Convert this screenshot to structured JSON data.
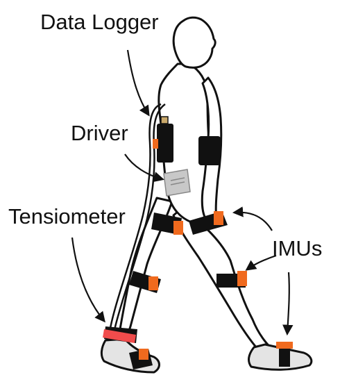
{
  "labels": {
    "data_logger": "Data Logger",
    "driver": "Driver",
    "tensiometer": "Tensiometer",
    "imus": "IMUs"
  },
  "colors": {
    "outline": "#111111",
    "skin": "#ffffff",
    "strap": "#111111",
    "imu_sensor": "#f06a1e",
    "tensiometer_band": "#f04c4c",
    "shoe": "#e4e4e4",
    "driver_box": "#c8c8c8"
  },
  "icons": [
    "walking-person-outline",
    "exoskeleton-frame",
    "arrow"
  ]
}
